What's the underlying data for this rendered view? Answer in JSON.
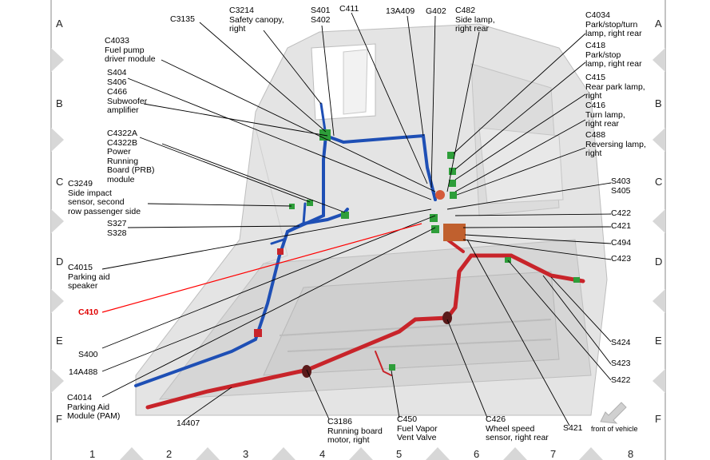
{
  "grid": {
    "rows": [
      "A",
      "B",
      "C",
      "D",
      "E",
      "F"
    ],
    "cols": [
      "1",
      "2",
      "3",
      "4",
      "5",
      "6",
      "7",
      "8"
    ]
  },
  "colors": {
    "harness_blue": "#1e4fb5",
    "harness_red": "#c8242a",
    "connector_green": "#2e9e3a",
    "leader_red": "#ff0000"
  },
  "labels": {
    "c3135": "C3135",
    "c3214": "C3214\nSafety canopy,\nright",
    "s401": "S401\nS402",
    "c411": "C411",
    "a13a409": "13A409",
    "g402": "G402",
    "c482": "C482\nSide lamp,\nright rear",
    "c4034": "C4034\nPark/stop/turn\nlamp, right rear",
    "c418": "C418\nPark/stop\nlamp, right rear",
    "c415": "C415\nRear park lamp,\nright",
    "c416": "C416\nTurn lamp,\nright rear",
    "c488": "C488\nReversing lamp,\nright",
    "c4033": "C4033\nFuel pump\ndriver module",
    "s404": "S404\nS406",
    "c466": "C466\nSubwoofer\namplifier",
    "c4322": "C4322A\nC4322B\nPower\nRunning\nBoard (PRB)\nmodule",
    "c3249": "C3249\nSide impact\nsensor, second\nrow passenger side",
    "s327": "S327\nS328",
    "c4015": "C4015\nParking aid\nspeaker",
    "c410": "C410",
    "s400": "S400",
    "a14a488": "14A488",
    "c4014": "C4014\nParking Aid\nModule (PAM)",
    "n14407": "14407",
    "c3186": "C3186\nRunning board\nmotor, right",
    "c450": "C450\nFuel Vapor\nVent Valve",
    "c426": "C426\nWheel speed\nsensor, right rear",
    "s421": "S421",
    "s403": "S403\nS405",
    "c422": "C422",
    "c421": "C421",
    "c494": "C494",
    "c423": "C423",
    "s424": "S424",
    "s423": "S423",
    "s422": "S422",
    "front_of_vehicle": "front of vehicle"
  }
}
